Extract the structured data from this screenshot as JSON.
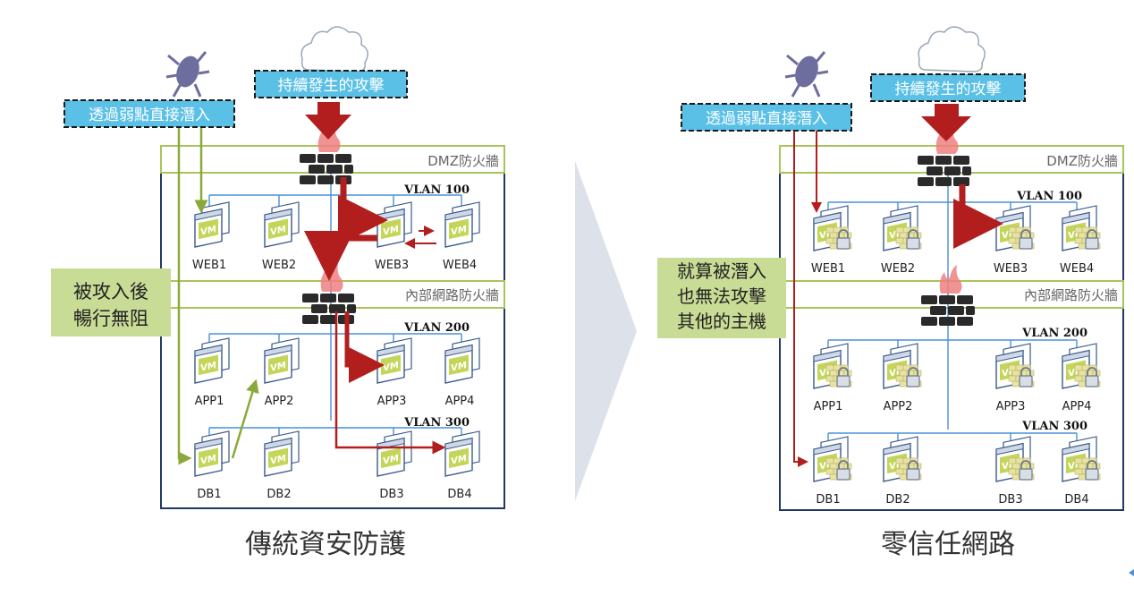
{
  "left": {
    "title": "傳統資安防護",
    "attack_label": "持續發生的攻擊",
    "bypass_label": "透過弱點直接潛入",
    "note_lines": [
      "被攻入後",
      "暢行無阻"
    ],
    "dmz_label": "DMZ防火牆",
    "internal_label": "內部網路防火牆",
    "vlan_labels": [
      "VLAN 100",
      "VLAN 200",
      "VLAN 300"
    ],
    "hosts": [
      "WEB1",
      "WEB2",
      "WEB3",
      "WEB4",
      "APP1",
      "APP2",
      "APP3",
      "APP4",
      "DB1",
      "DB2",
      "DB3",
      "DB4"
    ]
  },
  "right": {
    "title": "零信任網路",
    "attack_label": "持續發生的攻擊",
    "bypass_label": "透過弱點直接潛入",
    "note_lines": [
      "就算被潛入",
      "也無法攻擊",
      "其他的主機"
    ],
    "dmz_label": "DMZ防火牆",
    "internal_label": "內部網路防火牆",
    "vlan_labels": [
      "VLAN 100",
      "VLAN 200",
      "VLAN 300"
    ],
    "hosts": [
      "WEB1",
      "WEB2",
      "WEB3",
      "WEB4",
      "APP1",
      "APP2",
      "APP3",
      "APP4",
      "DB1",
      "DB2",
      "DB3",
      "DB4"
    ]
  },
  "vm_icon_text": "VM",
  "colors": {
    "label_blue": "#5bc0e6",
    "note_green": "#c9dc96",
    "firewall_green": "#a9c45a",
    "attack_red": "#b21e1e",
    "path_green": "#8aa93a",
    "network_blue": "#4a90d9",
    "frame_navy": "#1f3864"
  }
}
